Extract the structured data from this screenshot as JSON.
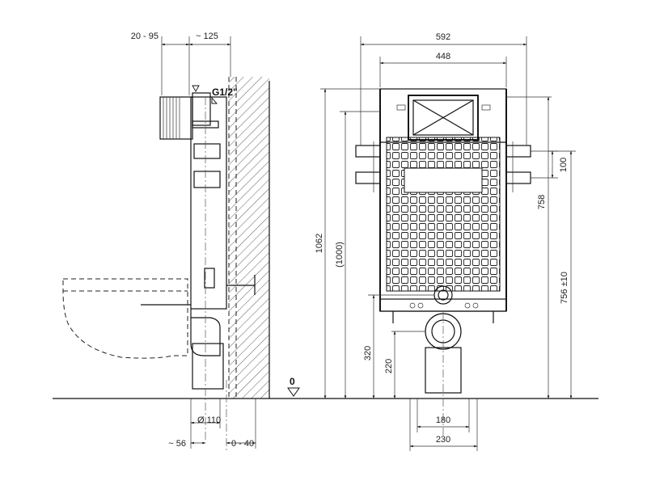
{
  "side_view": {
    "pipe_connection": "G1/2\"",
    "dim_wall_distance": "20 - 95",
    "dim_depth": "~ 125",
    "dim_drain_diameter": "Ø 110",
    "dim_drain_offset": "~ 56",
    "dim_wall_gap": "0 - 40",
    "floor_level": "0"
  },
  "front_view": {
    "dim_total_width": "592",
    "dim_inner_width": "448",
    "dim_total_height": "1062",
    "dim_frame_height": "(1000)",
    "dim_bracket_spacing": "100",
    "dim_bracket_height": "758",
    "dim_seat_height": "756 ±10",
    "dim_drain_height": "320",
    "dim_inlet_height": "220",
    "dim_foot_inner": "180",
    "dim_foot_outer": "230"
  }
}
